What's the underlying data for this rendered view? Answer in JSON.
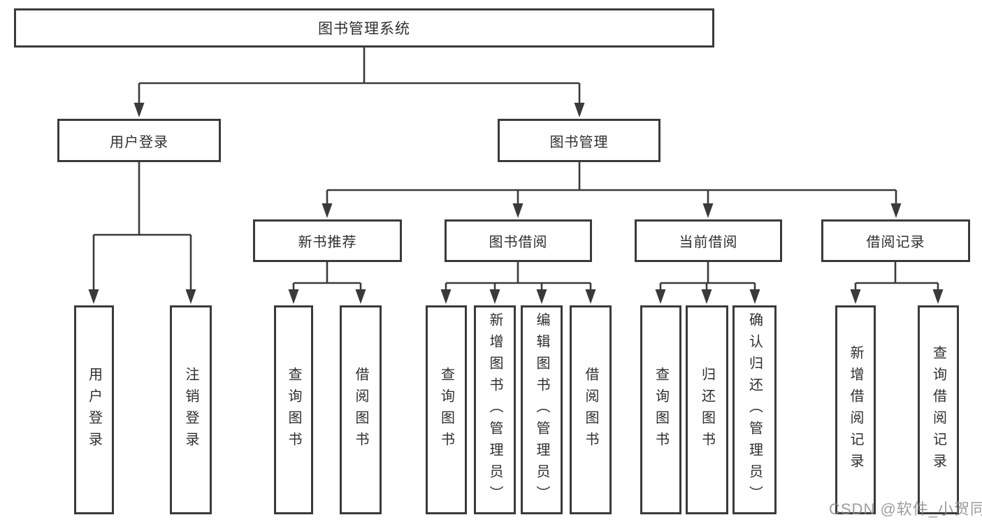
{
  "diagram": {
    "root": {
      "label": "图书管理系统"
    },
    "level2": {
      "user_login": {
        "label": "用户登录"
      },
      "book_mgmt": {
        "label": "图书管理"
      }
    },
    "level3": {
      "new_book": {
        "label": "新书推荐"
      },
      "book_borrow": {
        "label": "图书借阅"
      },
      "current_borrow": {
        "label": "当前借阅"
      },
      "borrow_record": {
        "label": "借阅记录"
      }
    },
    "leaves": {
      "user": [
        {
          "label": "用户登录"
        },
        {
          "label": "注销登录"
        }
      ],
      "new_book": [
        {
          "label": "查询图书"
        },
        {
          "label": "借阅图书"
        }
      ],
      "book_borrow": [
        {
          "label": "查询图书"
        },
        {
          "label": "新增图书（管理员）"
        },
        {
          "label": "编辑图书（管理员）"
        },
        {
          "label": "借阅图书"
        }
      ],
      "current_borrow": [
        {
          "label": "查询图书"
        },
        {
          "label": "归还图书"
        },
        {
          "label": "确认归还（管理员）"
        }
      ],
      "borrow_record": [
        {
          "label": "新增借阅记录"
        },
        {
          "label": "查询借阅记录"
        }
      ]
    }
  },
  "watermark": {
    "text": "CSDN @软件_小贺同学"
  },
  "colors": {
    "line": "#3a3a3a",
    "text": "#2f2f2f",
    "watermark": "#8c8c8c"
  }
}
